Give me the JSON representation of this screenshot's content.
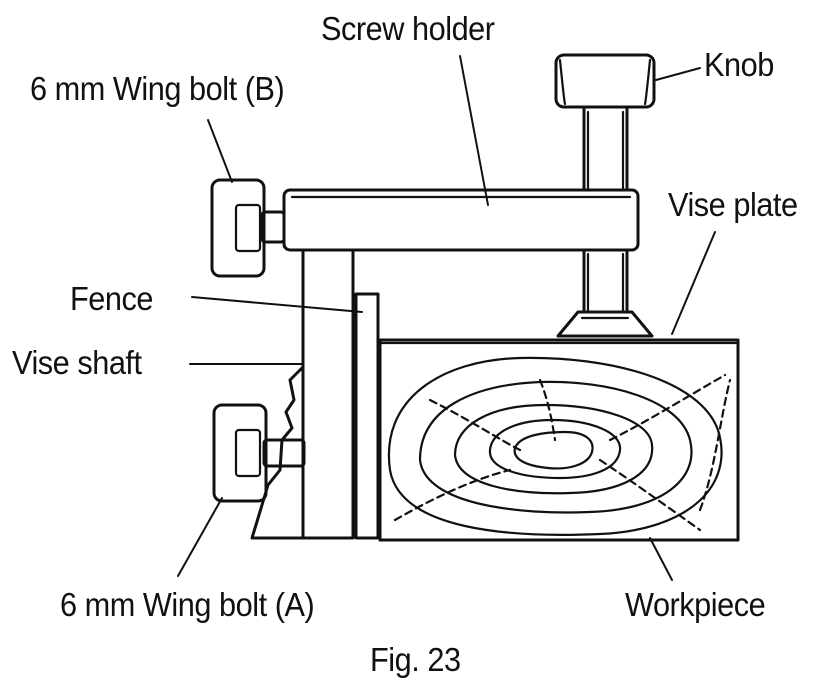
{
  "labels": {
    "screw_holder": "Screw holder",
    "knob": "Knob",
    "wing_bolt_b": "6 mm Wing bolt (B)",
    "vise_plate": "Vise plate",
    "fence": "Fence",
    "vise_shaft": "Vise shaft",
    "wing_bolt_a": "6 mm Wing bolt (A)",
    "workpiece": "Workpiece"
  },
  "caption": "Fig. 23"
}
